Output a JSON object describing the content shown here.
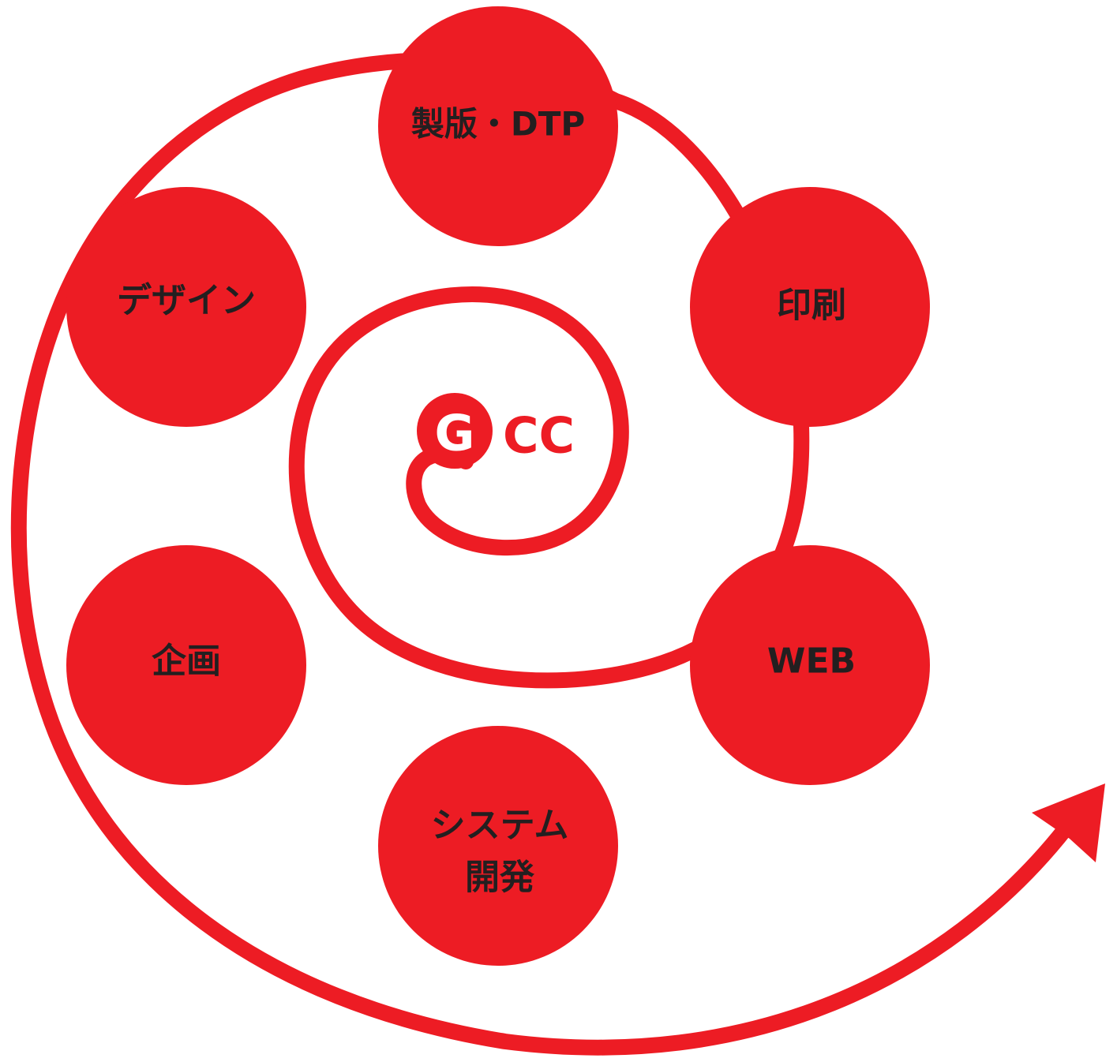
{
  "colors": {
    "accent": "#ed1c24",
    "text": "#231f20",
    "background": "#ffffff"
  },
  "logo": {
    "first_letter": "G",
    "rest": "CC"
  },
  "nodes": {
    "seihan_dtp": {
      "label": "製版・DTP"
    },
    "insatsu": {
      "label": "印刷"
    },
    "web": {
      "label": "WEB"
    },
    "system_line1": {
      "label": "システム"
    },
    "system_line2": {
      "label": "開発"
    },
    "kikaku": {
      "label": "企画"
    },
    "design": {
      "label": "デザイン"
    }
  },
  "icons": {
    "spiral": "spiral-arrow-icon",
    "arrowhead": "arrowhead-icon"
  }
}
